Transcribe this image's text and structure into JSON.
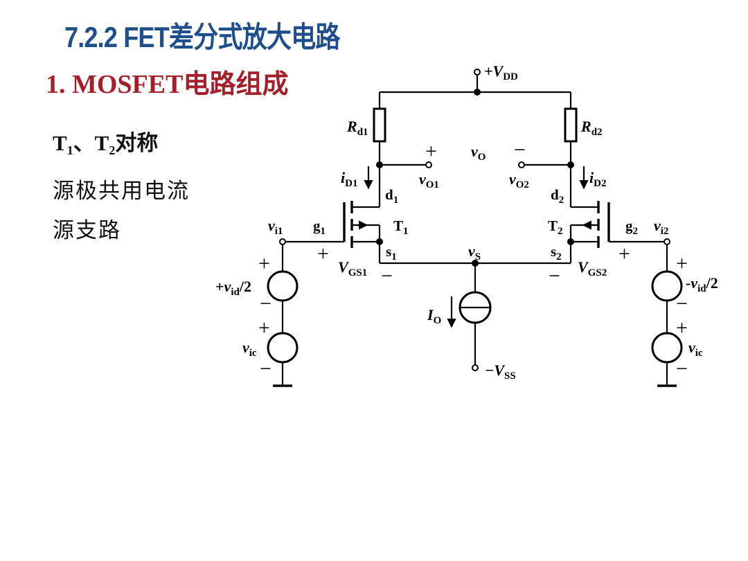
{
  "title": "7.2.2 FET差分式放大电路",
  "heading": "1. MOSFET电路组成",
  "bullets": {
    "t1": "T",
    "t1_sub": "1",
    "sep": "、T",
    "t2_sub": "2",
    "t_suffix": "对称",
    "line2": "源极共用电流",
    "line3": "源支路"
  },
  "circuit": {
    "vdd": {
      "main": "+V",
      "sub": "DD"
    },
    "vss": {
      "main": "−V",
      "sub": "SS"
    },
    "rd1": {
      "main": "R",
      "sub": "d1"
    },
    "rd2": {
      "main": "R",
      "sub": "d2"
    },
    "vo": {
      "main": "v",
      "sub": "O"
    },
    "vo1": {
      "main": "v",
      "sub": "O1"
    },
    "vo2": {
      "main": "v",
      "sub": "O2"
    },
    "id1": {
      "main": "i",
      "sub": "D1"
    },
    "id2": {
      "main": "i",
      "sub": "D2"
    },
    "d1": {
      "main": "d",
      "sub": "1"
    },
    "d2": {
      "main": "d",
      "sub": "2"
    },
    "g1": {
      "main": "g",
      "sub": "1"
    },
    "g2": {
      "main": "g",
      "sub": "2"
    },
    "s1": {
      "main": "s",
      "sub": "1"
    },
    "s2": {
      "main": "s",
      "sub": "2"
    },
    "t1": {
      "main": "T",
      "sub": "1"
    },
    "t2": {
      "main": "T",
      "sub": "2"
    },
    "vs": {
      "main": "v",
      "sub": "S"
    },
    "vi1": {
      "main": "v",
      "sub": "i1"
    },
    "vi2": {
      "main": "v",
      "sub": "i2"
    },
    "vgs1": {
      "main": "V",
      "sub": "GS1"
    },
    "vgs2": {
      "main": "V",
      "sub": "GS2"
    },
    "io": {
      "main": "I",
      "sub": "O"
    },
    "vid_pos": {
      "pre": "+",
      "main": "v",
      "sub": "id",
      "post": "/2"
    },
    "vid_neg": {
      "pre": "-",
      "main": "v",
      "sub": "id",
      "post": "/2"
    },
    "vic_left": {
      "main": "v",
      "sub": "ic"
    },
    "vic_right": {
      "main": "v",
      "sub": "ic"
    },
    "plus": "+",
    "minus": "−"
  }
}
